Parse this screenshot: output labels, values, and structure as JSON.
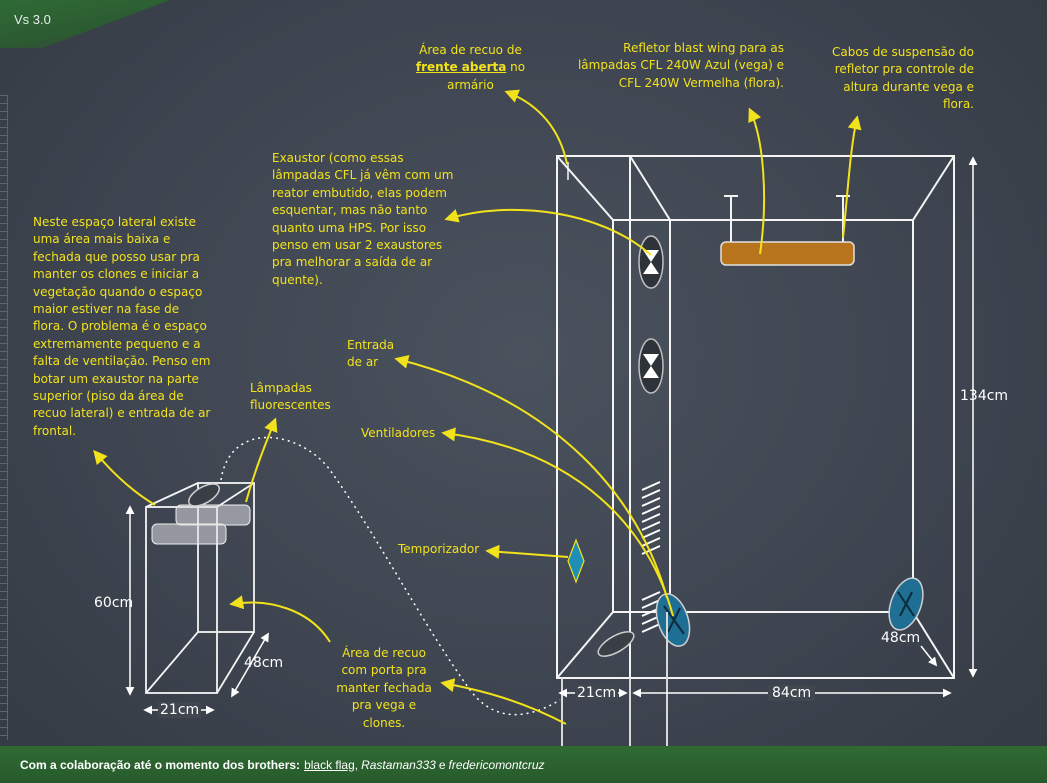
{
  "version": "Vs 3.0",
  "notes": {
    "front_recess_pre": "Área de recuo de",
    "front_recess_bold": "frente aberta",
    "front_recess_mid": " no",
    "front_recess_post": "armário",
    "reflector_1": "Refletor blast wing para as",
    "reflector_2": "lâmpadas CFL 240W Azul (vega) e",
    "reflector_3": "CFL 240W Vermelha (flora).",
    "cables_1": "Cabos de suspensão do",
    "cables_2": "refletor pra controle de",
    "cables_3": "altura durante vega e",
    "cables_4": "flora.",
    "exhaust_1": "Exaustor (como essas",
    "exhaust_2": "lâmpadas CFL já vêm com um",
    "exhaust_3": "reator embutido, elas podem",
    "exhaust_4": "esquentar, mas não tanto",
    "exhaust_5": "quanto uma HPS. Por isso",
    "exhaust_6": "penso em usar 2 exaustores",
    "exhaust_7": "pra melhorar a saída de ar",
    "exhaust_8": "quente).",
    "side_1": "Neste espaço lateral existe",
    "side_2": "uma área mais baixa e",
    "side_3": "fechada que posso usar pra",
    "side_4": "manter os clones e iniciar a",
    "side_5": "vegetação quando o espaço",
    "side_6": "maior estiver na fase de",
    "side_7": "flora. O problema é o espaço",
    "side_8": "extremamente pequeno e a",
    "side_9": "falta de ventilação. Penso em",
    "side_10": "botar um exaustor na parte",
    "side_11": "superior (piso da área de",
    "side_12": "recuo lateral) e entrada de ar",
    "side_13": "frontal.",
    "lamps_1": "Lâmpadas",
    "lamps_2": "fluorescentes",
    "air_in_1": "Entrada",
    "air_in_2": "de ar",
    "fans": "Ventiladores",
    "timer": "Temporizador",
    "door_1": "Área de recuo",
    "door_2": "com porta pra",
    "door_3": "manter fechada",
    "door_4": "pra vega e",
    "door_5": "clones."
  },
  "dimensions": {
    "height_main": "134cm",
    "width_main": "84cm",
    "depth_main": "48cm",
    "recess_width": "21cm",
    "small_height": "60cm",
    "small_depth": "48cm",
    "small_width": "21cm"
  },
  "footer": {
    "prefix": "Com a colaboração até o momento dos brothers:",
    "name1": "black flag,",
    "name2": "Rastaman333",
    "joiner": "e",
    "name3": "fredericomontcruz"
  },
  "colors": {
    "annotation": "#f2e21c",
    "chalk": "#ffffff",
    "reflector": "#b8741c",
    "fan": "#1f6e93",
    "footer": "#2c6430"
  }
}
